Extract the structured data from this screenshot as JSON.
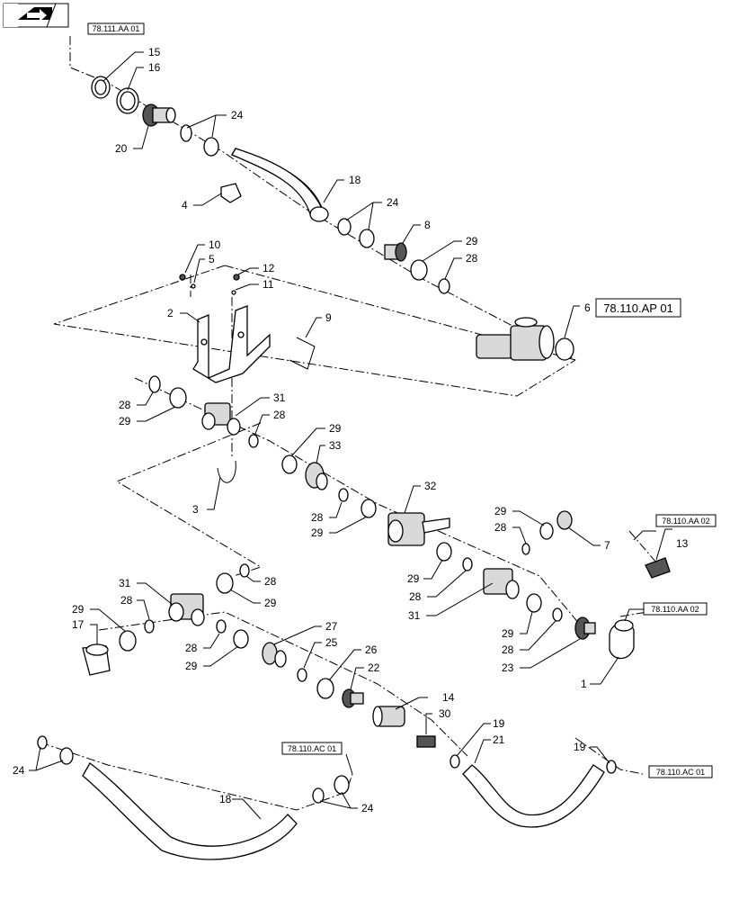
{
  "nav_icon": "book-arrow-icon",
  "references": [
    {
      "id": "ref-a",
      "label": "78.111.AA 01"
    },
    {
      "id": "ref-b",
      "label": "78.110.AP 01"
    },
    {
      "id": "ref-c",
      "label": "78.110.AA 02"
    },
    {
      "id": "ref-d",
      "label": "78.110.AA 02"
    },
    {
      "id": "ref-e",
      "label": "78.110.AC 01"
    },
    {
      "id": "ref-f",
      "label": "78.110.AC 01"
    }
  ],
  "callouts": [
    "15",
    "16",
    "20",
    "24",
    "18",
    "4",
    "24",
    "8",
    "29",
    "28",
    "10",
    "5",
    "12",
    "11",
    "2",
    "9",
    "6",
    "28",
    "29",
    "31",
    "28",
    "29",
    "33",
    "3",
    "28",
    "29",
    "32",
    "29",
    "28",
    "7",
    "13",
    "29",
    "28",
    "31",
    "28",
    "29",
    "31",
    "28",
    "29",
    "17",
    "28",
    "29",
    "27",
    "25",
    "26",
    "22",
    "29",
    "28",
    "23",
    "1",
    "14",
    "30",
    "19",
    "21",
    "19",
    "24",
    "18",
    "24"
  ]
}
